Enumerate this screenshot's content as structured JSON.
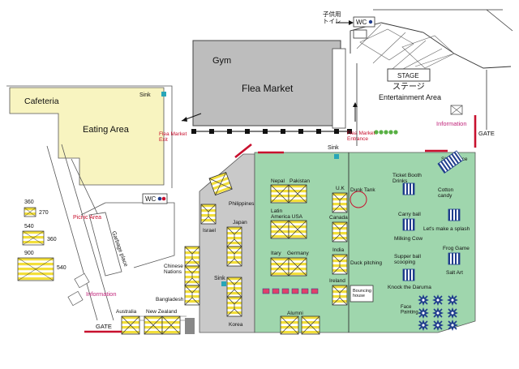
{
  "map": {
    "places": {
      "gym": "Gym",
      "flea_market": "Flea Market",
      "cafeteria": "Cafeteria",
      "eating_area": "Eating Area",
      "sink_cafe": "Sink",
      "sink_top": "Sink",
      "sink_gray": "Sink",
      "flea_exit": "Flea Market\nExit",
      "flea_entrance": "Flea Market\nEntrance",
      "stage": "STAGE",
      "stage_jp": "ステージ",
      "entertainment": "Entertainment Area",
      "kids_toilet_jp": "子供用\nトイレ",
      "wc_top": "WC",
      "wc_mid": "WC",
      "information_right": "Information",
      "information_left": "Information",
      "gate_right": "GATE",
      "gate_bottom": "GATE",
      "picnic": "Picnic Area",
      "garbage": "Garbage place",
      "bouncing": "Bouncing\nhouse"
    },
    "tent_sizes": {
      "s360": "360",
      "s270": "270",
      "s540a": "540",
      "s360b": "360",
      "s900": "900",
      "s540b": "540"
    },
    "booths": {
      "philippines": "Philippines",
      "israel": "Israel",
      "japan": "Japan",
      "chinese": "Chinese\nNations",
      "bangladesh": "Bangladesh",
      "korea": "Korea",
      "australia": "Australia",
      "new_zealand": "New Zealand",
      "nepal": "Nepal",
      "pakistan": "Pakistan",
      "latin_usa": "Latin\nAmerica USA",
      "italy": "Itary",
      "germany": "Germany",
      "uk": "U.K",
      "canada": "Canada",
      "india": "India",
      "ireland": "Ireland",
      "alumni": "Alumni",
      "dunk_tank": "Dunk Tank",
      "duck_pitching": "Duck pitching",
      "ticket_booth": "Ticket Booth\nDrinks",
      "shaved_ice": "Shaved Ice",
      "cotton_candy": "Cotton\ncandy",
      "carry_ball": "Carry ball",
      "splash": "Let's make a splash",
      "milking_cow": "Milking Cow",
      "supper_ball": "Supper ball\nscooping",
      "knock_daruma": "Knock the Daruma",
      "frog_game": "Frog Game",
      "salt_art": "Salt Art",
      "face_painting": "Face\nPainting"
    },
    "colors": {
      "green": "#9fd6ad",
      "gray": "#c9c9c9",
      "yellow_area": "#f8f4c0",
      "tent": "#f3df3a",
      "accent_red": "#c8102e",
      "info_pink": "#c0237a"
    }
  }
}
